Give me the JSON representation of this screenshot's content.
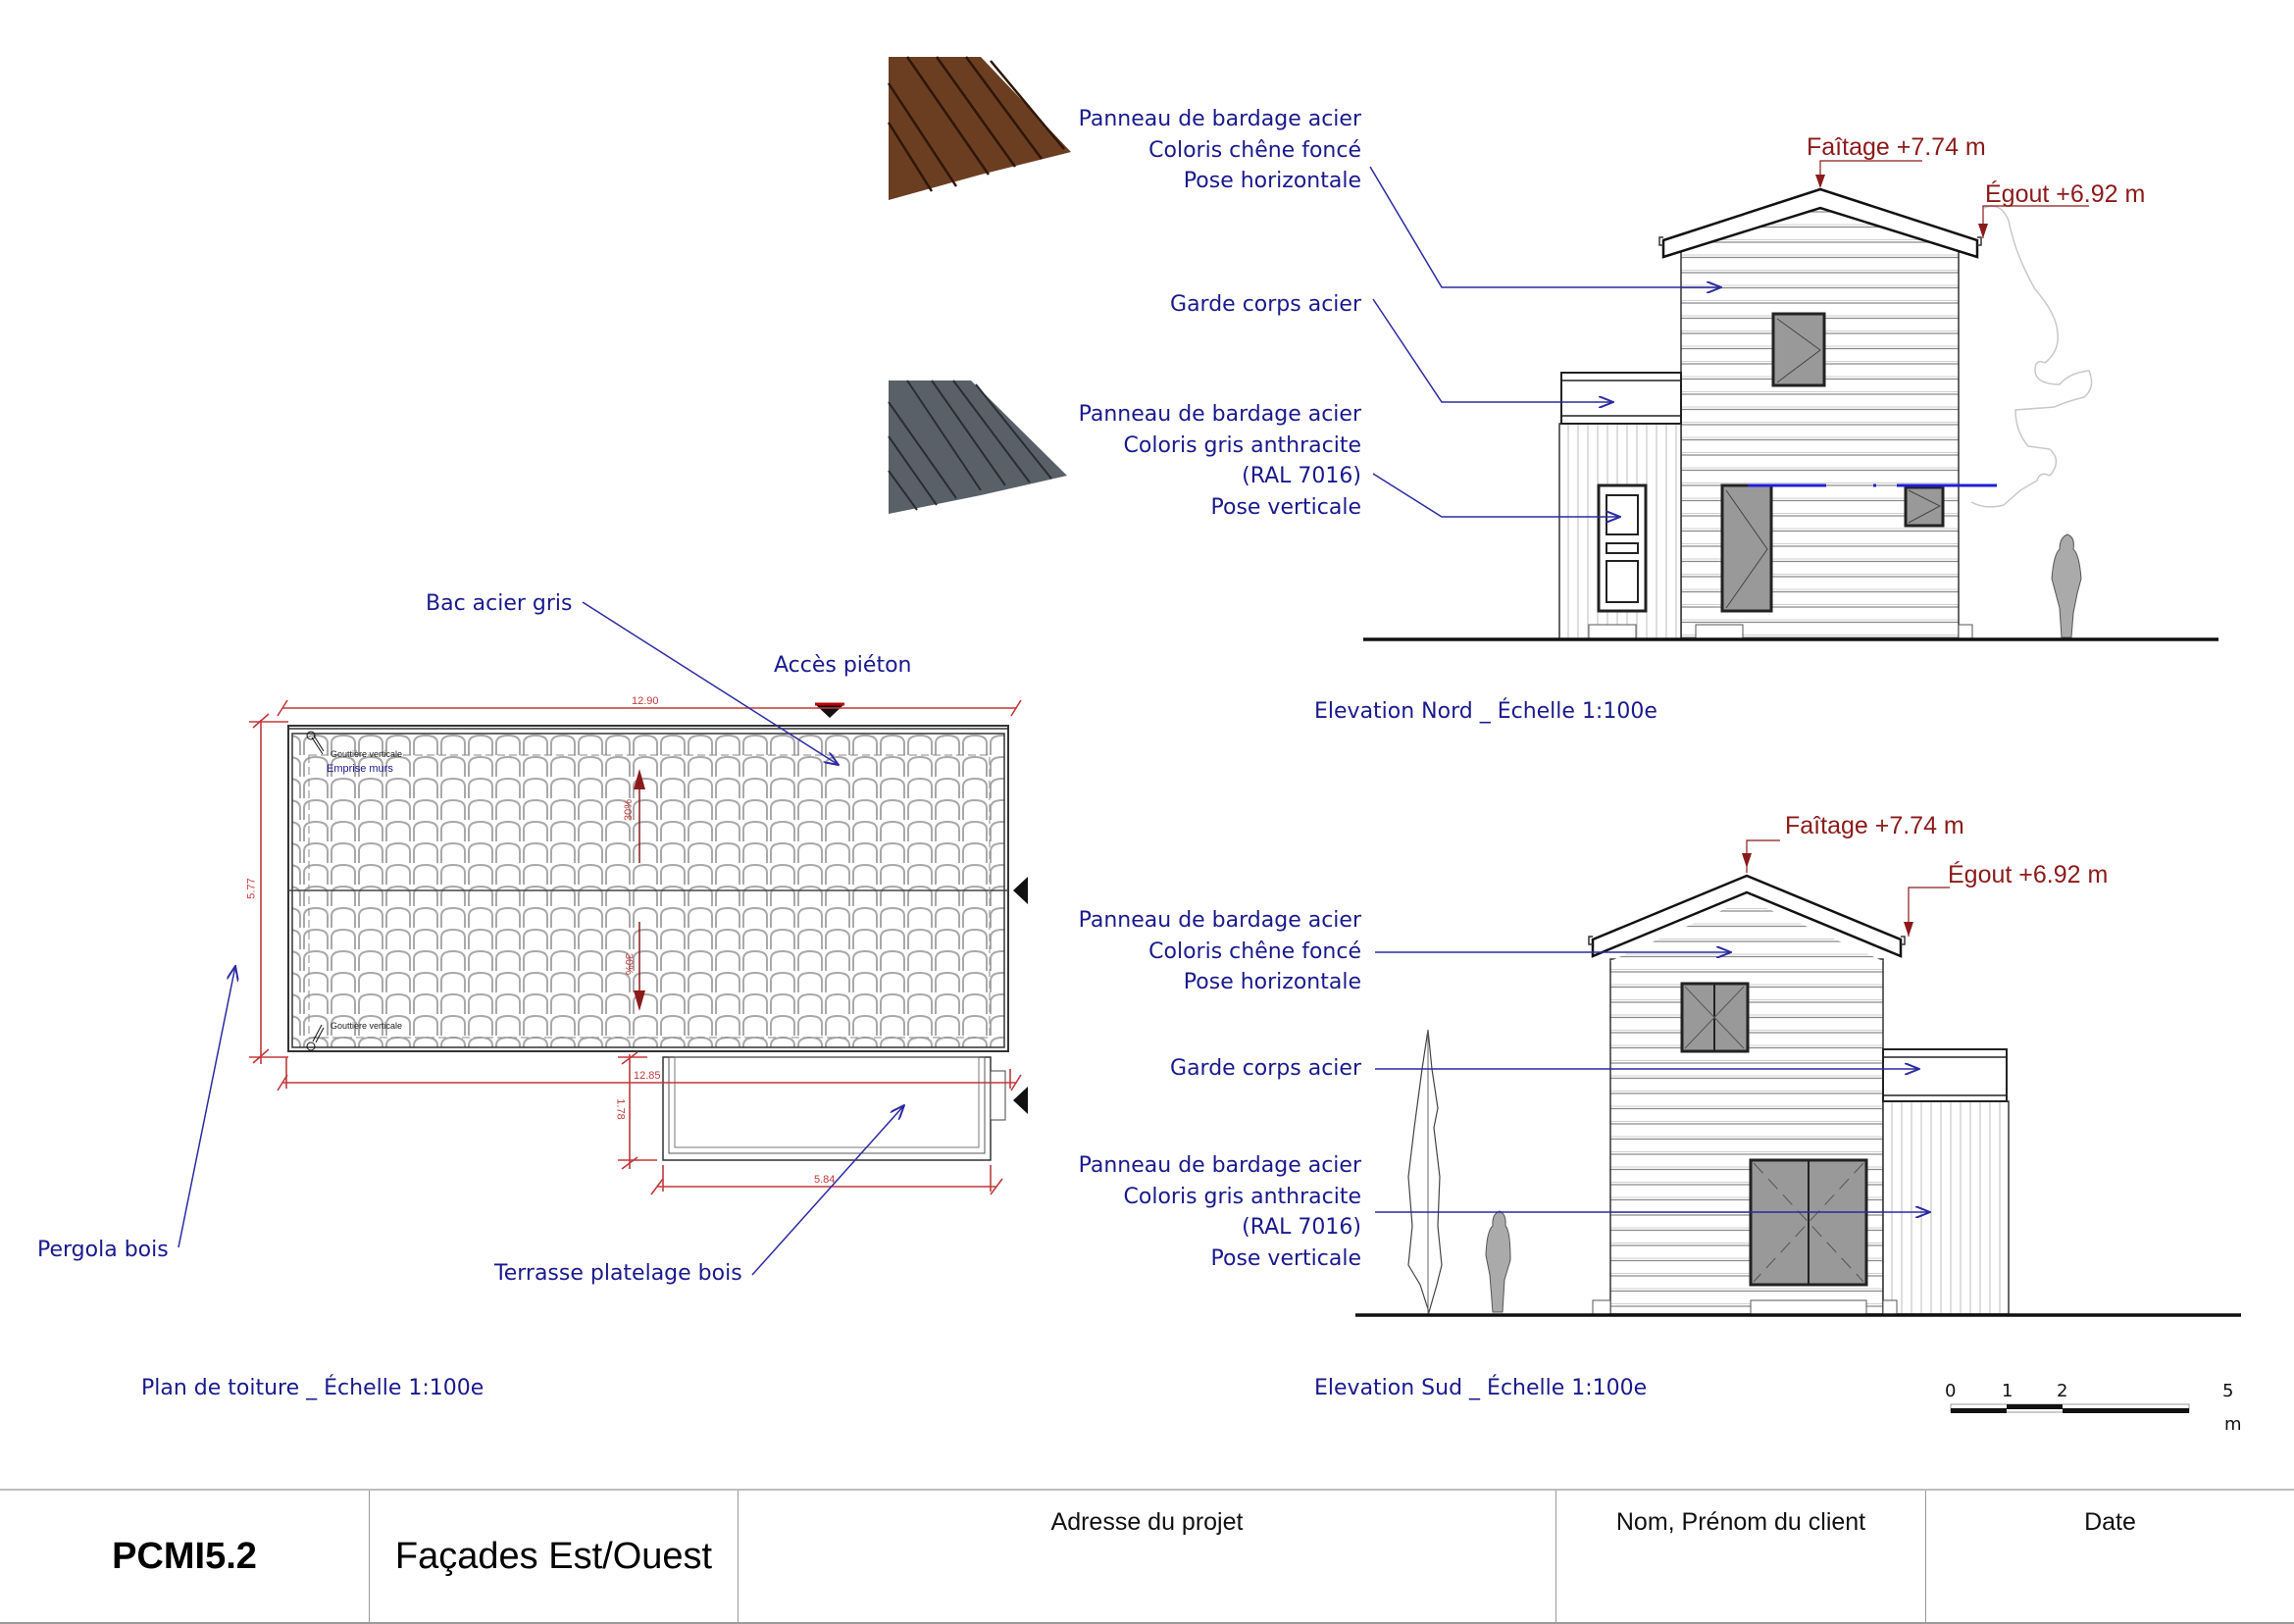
{
  "materials": {
    "swatch_top": {
      "name": "brown-steel-panel-swatch",
      "color": "#6b3e22"
    },
    "swatch_bottom": {
      "name": "grey-steel-panel-swatch",
      "color": "#5a6068"
    }
  },
  "north_elevation": {
    "labels": {
      "cladding_horizontal": [
        "Panneau de bardage acier",
        "Coloris chêne foncé",
        "Pose horizontale"
      ],
      "railing": "Garde corps acier",
      "cladding_vertical": [
        "Panneau de bardage acier",
        "Coloris gris anthracite",
        "(RAL 7016)",
        "Pose verticale"
      ]
    },
    "ridge": "Faîtage +7.74 m",
    "eaves": "Égout +6.92 m",
    "caption": "Elevation Nord _ Échelle 1:100e"
  },
  "south_elevation": {
    "labels": {
      "cladding_horizontal": [
        "Panneau de bardage acier",
        "Coloris chêne foncé",
        "Pose horizontale"
      ],
      "railing": "Garde corps acier",
      "cladding_vertical": [
        "Panneau de bardage acier",
        "Coloris gris anthracite",
        "(RAL 7016)",
        "Pose verticale"
      ]
    },
    "ridge": "Faîtage +7.74 m",
    "eaves": "Égout +6.92 m",
    "caption": "Elevation Sud _ Échelle 1:100e"
  },
  "roof_plan": {
    "labels": {
      "roof_material": "Bac acier gris",
      "pedestrian_access": "Accès piéton",
      "pergola": "Pergola bois",
      "terrace": "Terrasse platelage bois",
      "gutter_top": "Gouttière verticale",
      "gutter_bottom": "Gouttière verticale",
      "wall_footprint": "Emprise murs"
    },
    "dimensions": {
      "width_top": "12.90",
      "width_bottom": "12.85",
      "depth": "5.77",
      "terrace_depth": "1.78",
      "terrace_width": "5.84",
      "slope_top": "30%",
      "slope_bottom": "30%"
    },
    "caption": "Plan de toiture _ Échelle 1:100e"
  },
  "scale_bar": {
    "ticks": [
      "0",
      "1",
      "2",
      "5"
    ],
    "unit": "m"
  },
  "title_block": {
    "code": "PCMI5.2",
    "title": "Façades Est/Ouest",
    "address_label": "Adresse du projet",
    "client_label": "Nom, Prénom du client",
    "date_label": "Date",
    "address_value": "",
    "client_value": "",
    "date_value": ""
  },
  "colors": {
    "annotation_blue": "#1a1a8c",
    "level_red": "#8b1a1a",
    "dimension_red": "#c0393b"
  }
}
